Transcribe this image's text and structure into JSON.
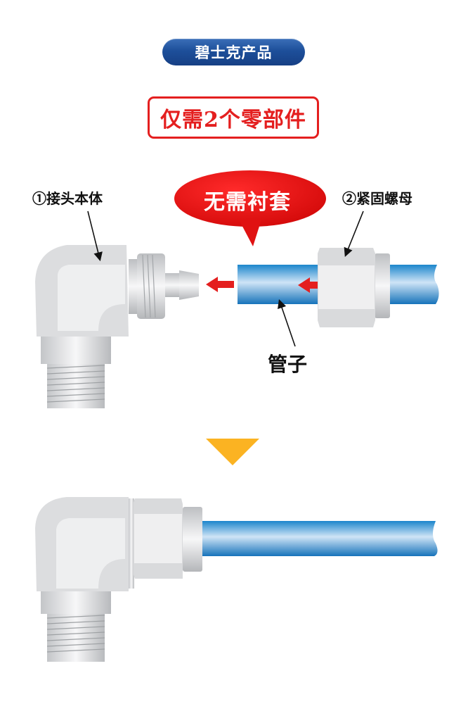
{
  "header": {
    "brand_badge": "碧士克产品",
    "headline": "仅需2个零部件"
  },
  "before_assembly": {
    "label_body": "①接头本体",
    "label_nut": "②紧固螺母",
    "label_tube": "管子",
    "bubble": "无需衬套",
    "insert_arrow_color": "#e41f1f"
  },
  "transition": {
    "arrow_icon": "down-triangle",
    "color": "#fbb322"
  },
  "after_assembly": {
    "description": "assembled-elbow-fitting-with-tube"
  },
  "colors": {
    "brand_blue": "#1d4f9a",
    "accent_red": "#e41f1f",
    "tube_blue": "#2a8fd0",
    "metal_light": "#e9eaeb"
  }
}
